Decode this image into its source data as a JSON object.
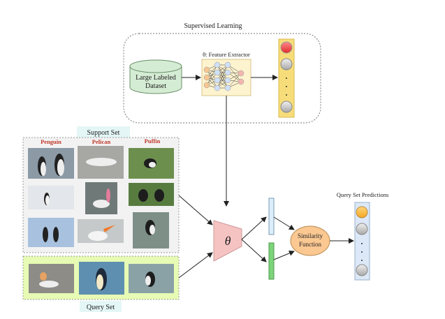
{
  "supervised": {
    "title": "Supervised Learning",
    "dataset_line1": "Large Labeled",
    "dataset_line2": "Dataset",
    "extractor_label": "θ: Feature Extractor"
  },
  "support_set": {
    "title": "Support Set",
    "classes": [
      "Penguin",
      "Pelican",
      "Puffin"
    ]
  },
  "query_set": {
    "title": "Query Set"
  },
  "model": {
    "theta_symbol": "θ",
    "similarity_line1": "Similarity",
    "similarity_line2": "Function"
  },
  "predictions": {
    "title": "Query Set Predictions"
  },
  "colors": {
    "dataset_fill": "#d5ecd4",
    "extractor_fill": "#fdf3cf",
    "output_column": "#f7dd7a",
    "red_node": "#ef4b4b",
    "gray_node": "#c8c8c8",
    "support_bg": "#f2f2f2",
    "query_bg": "#e7fbb4",
    "theta_fill": "#f6c3c3",
    "feature_blue": "#dbeefa",
    "feature_green": "#7dd37a",
    "similarity_fill": "#fbc892",
    "pred_column": "#dce8f7",
    "orange_node": "#f9b746",
    "class_label": "#c0392b"
  }
}
